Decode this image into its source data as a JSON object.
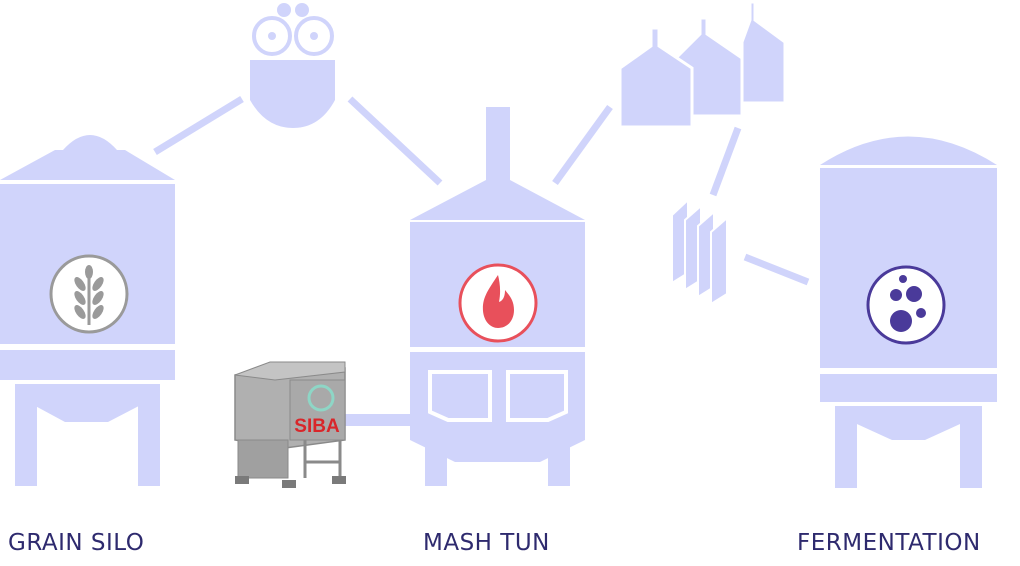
{
  "labels": {
    "grain_silo": "GRAIN SILO",
    "mash_tun": "MASH TUN",
    "fermentation": "FERMENTATION",
    "machine_brand": "SIBA"
  },
  "icons": {
    "grain_silo": "wheat-icon",
    "mash_tun": "flame-icon",
    "fermentation": "bubbles-icon"
  },
  "colors": {
    "vessel_fill": "#d0d4fb",
    "label_text": "#2e2a6e",
    "flame_red": "#e8505b",
    "wheat_gray": "#9a9a9a",
    "bubbles_purple": "#4a3a9a",
    "machine_gray": "#a7a7a7",
    "brand_red": "#d9262a"
  }
}
